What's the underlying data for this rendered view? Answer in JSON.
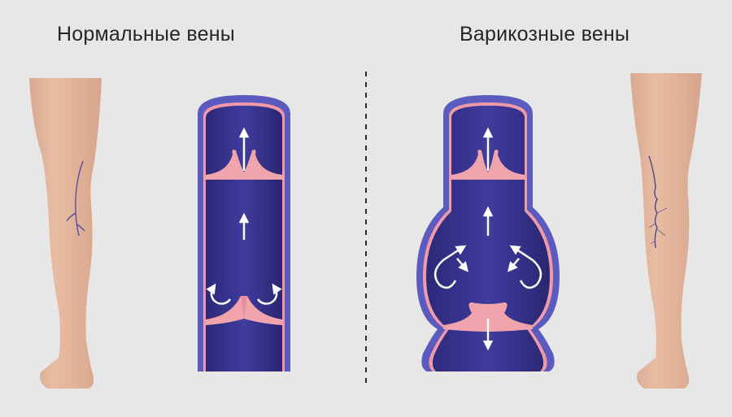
{
  "diagram": {
    "left_panel": {
      "title": "Нормальные вены",
      "elements": [
        "normal-leg",
        "normal-vein-cross-section"
      ],
      "valves": [
        {
          "position": "upper",
          "state": "open",
          "flow": "up"
        },
        {
          "position": "lower",
          "state": "closed",
          "flow": "recirculating-up"
        }
      ]
    },
    "right_panel": {
      "title": "Варикозные вены",
      "elements": [
        "varicose-vein-cross-section",
        "varicose-leg"
      ],
      "valves": [
        {
          "position": "upper",
          "state": "open",
          "flow": "up"
        },
        {
          "position": "lower",
          "state": "incompetent",
          "flow": "reflux-down"
        }
      ]
    },
    "divider": "dashed-vertical",
    "colors": {
      "background": "#e7e7e7",
      "vein_outer": "#5b5bbf",
      "vein_inner": "#33308a",
      "vein_lining": "#f09aa8",
      "valve": "#f2a4ad",
      "skin": "#e6b9a0",
      "arrow": "#ffffff",
      "text": "#262626"
    }
  }
}
